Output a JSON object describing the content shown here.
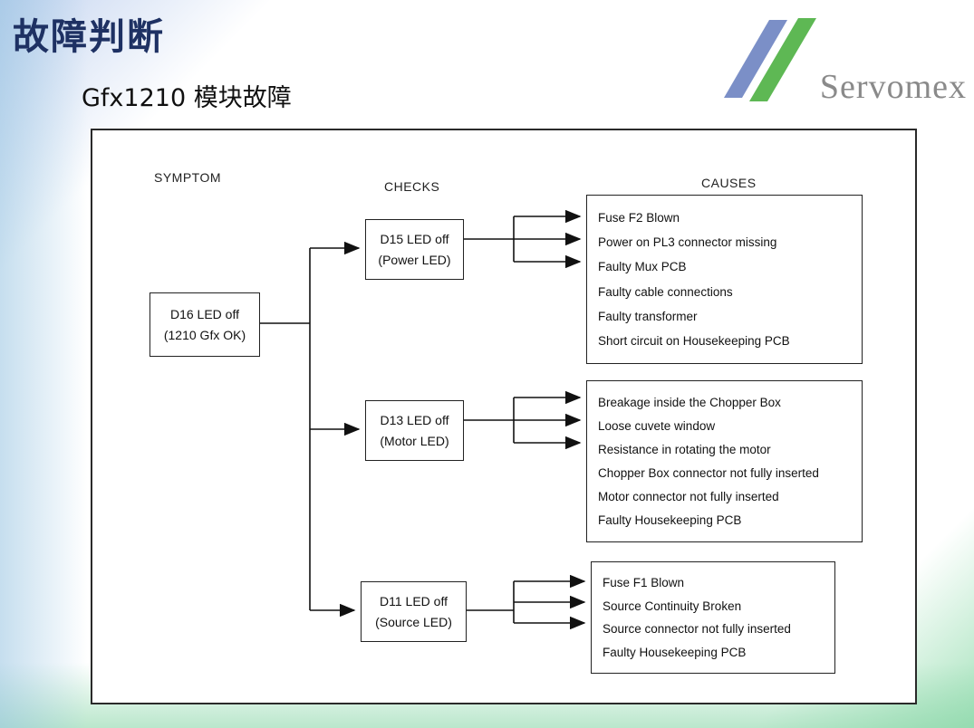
{
  "slide": {
    "title": "故障判断",
    "subtitle": "Gfx1210 模块故障",
    "logo": "Servomex"
  },
  "diagram": {
    "headers": {
      "symptom": "SYMPTOM",
      "checks": "CHECKS",
      "causes": "CAUSES"
    },
    "symptom": {
      "line1": "D16 LED off",
      "line2": "(1210 Gfx OK)"
    },
    "checks": [
      {
        "line1": "D15 LED off",
        "line2": "(Power LED)"
      },
      {
        "line1": "D13 LED off",
        "line2": "(Motor LED)"
      },
      {
        "line1": "D11 LED off",
        "line2": "(Source LED)"
      }
    ],
    "causes": [
      {
        "items": [
          "Fuse F2 Blown",
          "Power on PL3 connector missing",
          "Faulty Mux PCB",
          "Faulty cable connections",
          "Faulty transformer",
          "Short circuit on Housekeeping PCB"
        ]
      },
      {
        "items": [
          "Breakage inside the Chopper Box",
          "Loose cuvete window",
          "Resistance in rotating the motor",
          "Chopper Box connector not fully inserted",
          "Motor connector not fully inserted",
          "Faulty Housekeeping PCB"
        ]
      },
      {
        "items": [
          "Fuse F1 Blown",
          "Source Continuity Broken",
          "Source connector not fully inserted",
          "Faulty Housekeeping PCB"
        ]
      }
    ]
  },
  "colors": {
    "title": "#1e3163",
    "logo_text": "#8a8a8a",
    "logo_stripe_blue": "#7b8fc7",
    "logo_stripe_green": "#5eb854"
  }
}
